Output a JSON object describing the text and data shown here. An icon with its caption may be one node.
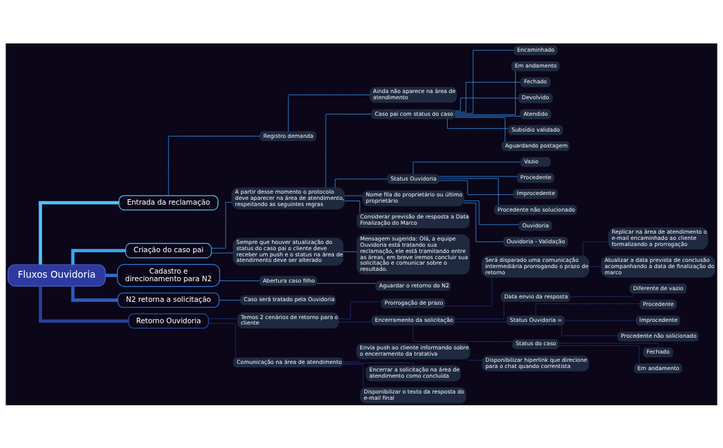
{
  "diagram": {
    "nodes": [
      {
        "text": [
          "Fluxos Ouvidoria"
        ]
      },
      {
        "text": [
          "Entrada da reclamação"
        ]
      },
      {
        "text": [
          "Registro demanda"
        ]
      },
      {
        "text": [
          "Ainda não aparece na área de atendimento"
        ]
      },
      {
        "text": [
          "Criação do caso pai"
        ]
      },
      {
        "text": [
          "A partir desse momento o protocolo deve aparecer na área de atendimento, respeitando as seguintes regras"
        ]
      },
      {
        "text": [
          "Caso pai com status do caso"
        ]
      },
      {
        "text": [
          "Encaminhado"
        ]
      },
      {
        "text": [
          "Em andamento"
        ]
      },
      {
        "text": [
          "Fechado"
        ]
      },
      {
        "text": [
          "Devolvido"
        ]
      },
      {
        "text": [
          "Atendido"
        ]
      },
      {
        "text": [
          "Subsídio validado"
        ]
      },
      {
        "text": [
          "Aguardando postagem"
        ]
      },
      {
        "text": [
          "Status Ouvidoria"
        ]
      },
      {
        "text": [
          "Vazio"
        ]
      },
      {
        "text": [
          "Procedente"
        ]
      },
      {
        "text": [
          "Improcedente"
        ]
      },
      {
        "text": [
          "Procedente não solucionado"
        ]
      },
      {
        "text": [
          "Nome fila do proprietário ou último proprietário"
        ]
      },
      {
        "text": [
          "Ouvidoria"
        ]
      },
      {
        "text": [
          "Ouvidoria - Validação"
        ]
      },
      {
        "text": [
          "Considerar previsão de resposta a Data Finalização do Marco"
        ]
      },
      {
        "text": [
          "Sempre que houver atualização do status do caso pai o cliente deve receber um push e o status na área de atendimento deve ser alterado"
        ]
      },
      {
        "text": [
          "Mensagem sugerida: Olá, a equipe Ouvidoria está tratando sua reclamação, ele está tramitando entre as áreas, em breve iremos concluir sua solicitação e comunicar sobre o resultado."
        ]
      },
      {
        "text": [
          "Cadastro e direcionamento para N2"
        ]
      },
      {
        "text": [
          "Abertura caso filho"
        ]
      },
      {
        "text": [
          "Aguardar o retorno do N2"
        ]
      },
      {
        "text": [
          "N2 retorna a solicitação"
        ]
      },
      {
        "text": [
          "Caso será tratado pela Ouvidoria"
        ]
      },
      {
        "text": [
          "Retorno Ouvidoria"
        ]
      },
      {
        "text": [
          "Temos 2 cenários de retorno para o cliente"
        ]
      },
      {
        "text": [
          "Prorrogação de prazo"
        ]
      },
      {
        "text": [
          "Será disparado uma comunicação intermediária prorrogando o prazo de retorno"
        ]
      },
      {
        "text": [
          "Replicar na área de atendimento o e-mail encaminhado ao cliente formalizando a prorrogação"
        ]
      },
      {
        "text": [
          "Atualizar a data prevista de conclusão acompanhando a data de finalização do marco"
        ]
      },
      {
        "text": [
          "Encerramento da solicitação"
        ]
      },
      {
        "text": [
          "Data envio da resposta"
        ]
      },
      {
        "text": [
          "Diferente de vazio"
        ]
      },
      {
        "text": [
          "Status Ouvidoria ="
        ]
      },
      {
        "text": [
          "Procedente"
        ]
      },
      {
        "text": [
          "Improcedente"
        ]
      },
      {
        "text": [
          "Procedente não solicionado"
        ]
      },
      {
        "text": [
          "Status do caso"
        ]
      },
      {
        "text": [
          "Fechado"
        ]
      },
      {
        "text": [
          "Em andamento"
        ]
      },
      {
        "text": [
          "Comunicação na área de atendimento"
        ]
      },
      {
        "text": [
          "Envia push ao cliente informando sobre o encerramento da tratativa"
        ]
      },
      {
        "text": [
          "Disponibilizar hiperlink que direcione para o chat quando correntista"
        ]
      },
      {
        "text": [
          "Encerrar a solicitação na área de atendimento como concluída"
        ]
      },
      {
        "text": [
          "Disponibilizar o texto da resposta do e-mail final"
        ]
      }
    ],
    "edges": [
      {
        "from": 0,
        "to": 1,
        "arrow": "none",
        "style": "thick",
        "color": "#4fc3f7"
      },
      {
        "from": 1,
        "to": 2,
        "arrow": "none"
      },
      {
        "from": 2,
        "to": 3,
        "arrow": "none"
      },
      {
        "from": 0,
        "to": 4,
        "arrow": "none",
        "style": "thick",
        "color": "#3aa5ee"
      },
      {
        "from": 4,
        "to": 5,
        "arrow": "none"
      },
      {
        "from": 5,
        "to": 6,
        "arrow": "none"
      },
      {
        "from": 6,
        "to": 7,
        "arrow": "none"
      },
      {
        "from": 6,
        "to": 8,
        "arrow": "none"
      },
      {
        "from": 6,
        "to": 9,
        "arrow": "none"
      },
      {
        "from": 6,
        "to": 10,
        "arrow": "none"
      },
      {
        "from": 6,
        "to": 11,
        "arrow": "none"
      },
      {
        "from": 6,
        "to": 12,
        "arrow": "none"
      },
      {
        "from": 6,
        "to": 13,
        "arrow": "none"
      },
      {
        "from": 5,
        "to": 14,
        "arrow": "none"
      },
      {
        "from": 14,
        "to": 15,
        "arrow": "none"
      },
      {
        "from": 14,
        "to": 16,
        "arrow": "none"
      },
      {
        "from": 14,
        "to": 17,
        "arrow": "none"
      },
      {
        "from": 14,
        "to": 18,
        "arrow": "none"
      },
      {
        "from": 5,
        "to": 19,
        "arrow": "none"
      },
      {
        "from": 19,
        "to": 20,
        "arrow": "none"
      },
      {
        "from": 19,
        "to": 21,
        "arrow": "none"
      },
      {
        "from": 5,
        "to": 22,
        "arrow": "none"
      },
      {
        "from": 4,
        "to": 23,
        "arrow": "none"
      },
      {
        "from": 23,
        "to": 24,
        "arrow": "none"
      },
      {
        "from": 0,
        "to": 25,
        "arrow": "none",
        "style": "thick",
        "color": "#2b6fd0"
      },
      {
        "from": 25,
        "to": 26,
        "arrow": "none"
      },
      {
        "from": 26,
        "to": 27,
        "arrow": "none"
      },
      {
        "from": 0,
        "to": 28,
        "arrow": "none",
        "style": "thick",
        "color": "#2a5cc0"
      },
      {
        "from": 28,
        "to": 29,
        "arrow": "none"
      },
      {
        "from": 0,
        "to": 30,
        "arrow": "none",
        "style": "thick",
        "color": "#2a3f9e"
      },
      {
        "from": 30,
        "to": 31,
        "arrow": "none",
        "color": "#22307a"
      },
      {
        "from": 31,
        "to": 32,
        "arrow": "none",
        "color": "#22307a"
      },
      {
        "from": 32,
        "to": 33,
        "arrow": "none",
        "color": "#22307a"
      },
      {
        "from": 33,
        "to": 34,
        "arrow": "none",
        "color": "#22307a"
      },
      {
        "from": 33,
        "to": 35,
        "arrow": "none",
        "color": "#22307a"
      },
      {
        "from": 31,
        "to": 36,
        "arrow": "none",
        "color": "#22307a"
      },
      {
        "from": 36,
        "to": 37,
        "arrow": "none",
        "color": "#22307a"
      },
      {
        "from": 37,
        "to": 38,
        "arrow": "none",
        "color": "#22307a"
      },
      {
        "from": 36,
        "to": 39,
        "arrow": "none",
        "color": "#22307a"
      },
      {
        "from": 39,
        "to": 40,
        "arrow": "none",
        "color": "#22307a"
      },
      {
        "from": 39,
        "to": 41,
        "arrow": "none",
        "color": "#22307a"
      },
      {
        "from": 39,
        "to": 42,
        "arrow": "none",
        "color": "#22307a"
      },
      {
        "from": 36,
        "to": 43,
        "arrow": "none",
        "color": "#22307a"
      },
      {
        "from": 43,
        "to": 44,
        "arrow": "none",
        "color": "#22307a"
      },
      {
        "from": 43,
        "to": 45,
        "arrow": "none",
        "color": "#22307a"
      },
      {
        "from": 30,
        "to": 46,
        "arrow": "none",
        "color": "#22307a"
      },
      {
        "from": 46,
        "to": 47,
        "arrow": "none",
        "color": "#22307a"
      },
      {
        "from": 47,
        "to": 48,
        "arrow": "none",
        "color": "#22307a"
      },
      {
        "from": 46,
        "to": 49,
        "arrow": "none",
        "color": "#22307a"
      },
      {
        "from": 46,
        "to": 50,
        "arrow": "none",
        "color": "#22307a"
      }
    ]
  }
}
